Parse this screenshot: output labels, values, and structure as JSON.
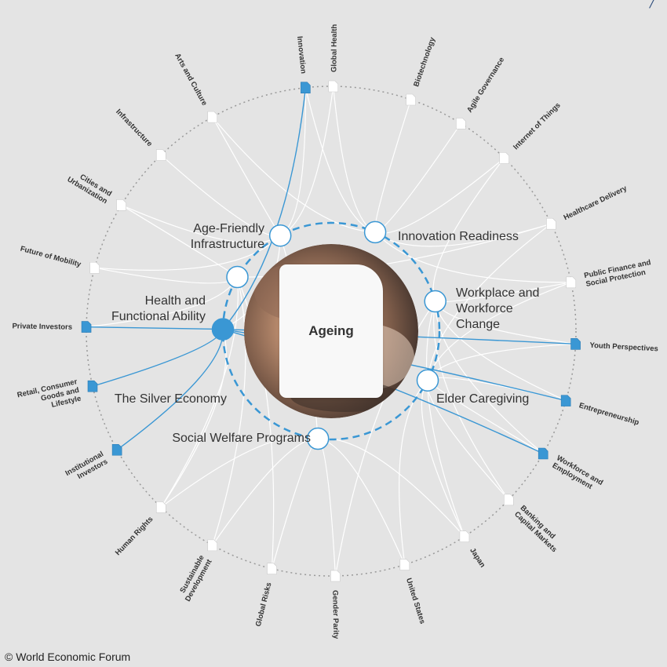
{
  "center": {
    "title": "Ageing"
  },
  "copyright": "© World Economic Forum",
  "colors": {
    "accent": "#3a97d4",
    "ring": "#3a97d4",
    "link": "#ffffff",
    "background": "#e4e4e4",
    "outer_ring": "#999999"
  },
  "key_issues": [
    {
      "id": "afi",
      "lines": [
        "Age-Friendly",
        "Infrastructure"
      ],
      "selected": false
    },
    {
      "id": "ir",
      "lines": [
        "Innovation Readiness"
      ],
      "selected": false
    },
    {
      "id": "wwc",
      "lines": [
        "Workplace and",
        "Workforce",
        "Change"
      ],
      "selected": false
    },
    {
      "id": "ec",
      "lines": [
        "Elder Caregiving"
      ],
      "selected": false
    },
    {
      "id": "swp",
      "lines": [
        "Social Welfare Programs"
      ],
      "selected": false
    },
    {
      "id": "se",
      "lines": [
        "The Silver Economy"
      ],
      "selected": true
    },
    {
      "id": "hfa",
      "lines": [
        "Health and",
        "Functional Ability"
      ],
      "selected": false
    }
  ],
  "topics": [
    {
      "id": "innovation",
      "lines": [
        "Innovation"
      ],
      "highlighted": true
    },
    {
      "id": "global-health",
      "lines": [
        "Global Health"
      ],
      "highlighted": false
    },
    {
      "id": "biotech",
      "lines": [
        "Biotechnology"
      ],
      "highlighted": false
    },
    {
      "id": "agile",
      "lines": [
        "Agile Governance"
      ],
      "highlighted": false
    },
    {
      "id": "iot",
      "lines": [
        "Internet of Things"
      ],
      "highlighted": false
    },
    {
      "id": "healthcare",
      "lines": [
        "Healthcare Delivery"
      ],
      "highlighted": false
    },
    {
      "id": "public-finance",
      "lines": [
        "Public Finance and",
        "Social Protection"
      ],
      "highlighted": false
    },
    {
      "id": "youth",
      "lines": [
        "Youth Perspectives"
      ],
      "highlighted": true
    },
    {
      "id": "entrepreneurship",
      "lines": [
        "Entrepreneurship"
      ],
      "highlighted": true
    },
    {
      "id": "workforce",
      "lines": [
        "Workforce and",
        "Employment"
      ],
      "highlighted": true
    },
    {
      "id": "banking",
      "lines": [
        "Banking and",
        "Capital Markets"
      ],
      "highlighted": false
    },
    {
      "id": "japan",
      "lines": [
        "Japan"
      ],
      "highlighted": false
    },
    {
      "id": "us",
      "lines": [
        "United States"
      ],
      "highlighted": false
    },
    {
      "id": "gender",
      "lines": [
        "Gender Parity"
      ],
      "highlighted": false
    },
    {
      "id": "global-risks",
      "lines": [
        "Global Risks"
      ],
      "highlighted": false
    },
    {
      "id": "sustainable",
      "lines": [
        "Sustainable",
        "Development"
      ],
      "highlighted": false
    },
    {
      "id": "human-rights",
      "lines": [
        "Human Rights"
      ],
      "highlighted": false
    },
    {
      "id": "institutional",
      "lines": [
        "Institutional",
        "Investors"
      ],
      "highlighted": true
    },
    {
      "id": "retail",
      "lines": [
        "Retail, Consumer",
        "Goods and",
        "Lifestyle"
      ],
      "highlighted": true
    },
    {
      "id": "private-investors",
      "lines": [
        "Private Investors"
      ],
      "highlighted": true
    },
    {
      "id": "mobility",
      "lines": [
        "Future of Mobility"
      ],
      "highlighted": false
    },
    {
      "id": "cities",
      "lines": [
        "Cities and",
        "Urbanization"
      ],
      "highlighted": false
    },
    {
      "id": "infrastructure",
      "lines": [
        "Infrastructure"
      ],
      "highlighted": false
    },
    {
      "id": "arts",
      "lines": [
        "Arts and Culture"
      ],
      "highlighted": false
    }
  ],
  "links": [
    [
      "afi",
      "innovation"
    ],
    [
      "afi",
      "arts"
    ],
    [
      "afi",
      "infrastructure"
    ],
    [
      "afi",
      "cities"
    ],
    [
      "afi",
      "mobility"
    ],
    [
      "afi",
      "global-health"
    ],
    [
      "afi",
      "swp"
    ],
    [
      "afi",
      "se"
    ],
    [
      "ir",
      "innovation"
    ],
    [
      "ir",
      "global-health"
    ],
    [
      "ir",
      "biotech"
    ],
    [
      "ir",
      "agile"
    ],
    [
      "ir",
      "iot"
    ],
    [
      "ir",
      "healthcare"
    ],
    [
      "ir",
      "public-finance"
    ],
    [
      "ir",
      "arts"
    ],
    [
      "wwc",
      "public-finance"
    ],
    [
      "wwc",
      "youth"
    ],
    [
      "wwc",
      "entrepreneurship"
    ],
    [
      "wwc",
      "workforce"
    ],
    [
      "wwc",
      "banking"
    ],
    [
      "wwc",
      "japan"
    ],
    [
      "wwc",
      "gender"
    ],
    [
      "wwc",
      "iot"
    ],
    [
      "ec",
      "healthcare"
    ],
    [
      "ec",
      "public-finance"
    ],
    [
      "ec",
      "youth"
    ],
    [
      "ec",
      "workforce"
    ],
    [
      "ec",
      "banking"
    ],
    [
      "ec",
      "japan"
    ],
    [
      "ec",
      "us"
    ],
    [
      "ec",
      "entrepreneurship"
    ],
    [
      "swp",
      "gender"
    ],
    [
      "swp",
      "us"
    ],
    [
      "swp",
      "global-risks"
    ],
    [
      "swp",
      "sustainable"
    ],
    [
      "swp",
      "japan"
    ],
    [
      "swp",
      "human-rights"
    ],
    [
      "se",
      "innovation"
    ],
    [
      "se",
      "private-investors"
    ],
    [
      "se",
      "retail"
    ],
    [
      "se",
      "institutional"
    ],
    [
      "se",
      "youth"
    ],
    [
      "se",
      "entrepreneurship"
    ],
    [
      "se",
      "workforce"
    ],
    [
      "se",
      "human-rights"
    ],
    [
      "hfa",
      "mobility"
    ],
    [
      "hfa",
      "cities"
    ],
    [
      "hfa",
      "human-rights"
    ],
    [
      "hfa",
      "sustainable"
    ],
    [
      "hfa",
      "global-risks"
    ],
    [
      "hfa",
      "private-investors"
    ],
    [
      "hfa",
      "healthcare"
    ]
  ],
  "highlighted_links": [
    [
      "se",
      "innovation"
    ],
    [
      "se",
      "private-investors"
    ],
    [
      "se",
      "retail"
    ],
    [
      "se",
      "institutional"
    ],
    [
      "se",
      "youth"
    ],
    [
      "se",
      "entrepreneurship"
    ],
    [
      "se",
      "workforce"
    ]
  ]
}
